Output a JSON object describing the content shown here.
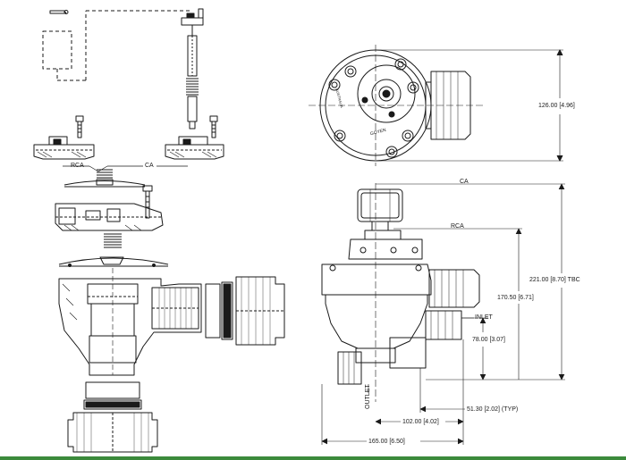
{
  "labels": {
    "rca_left": "RCA",
    "ca_left": "CA",
    "ca_right": "CA",
    "rca_right": "RCA",
    "dim_126": "126.00 [4.96]",
    "dim_221": "221.00 [8.70] TBC",
    "dim_170": "170.50 [6.71]",
    "dim_78": "78.00 [3.07]",
    "inlet": "INLET",
    "outlet": "OUTLET",
    "dim_51": "51.30 [2.02] (TYP)",
    "dim_102": "102.00 [4.02]",
    "dim_165": "165.00 [6.50]",
    "seal_text_1": "GOYEN",
    "seal_text_2": "AUSTRALIA"
  },
  "colors": {
    "line": "#1a1a1a",
    "frame_accent": "#3b8a3b"
  }
}
